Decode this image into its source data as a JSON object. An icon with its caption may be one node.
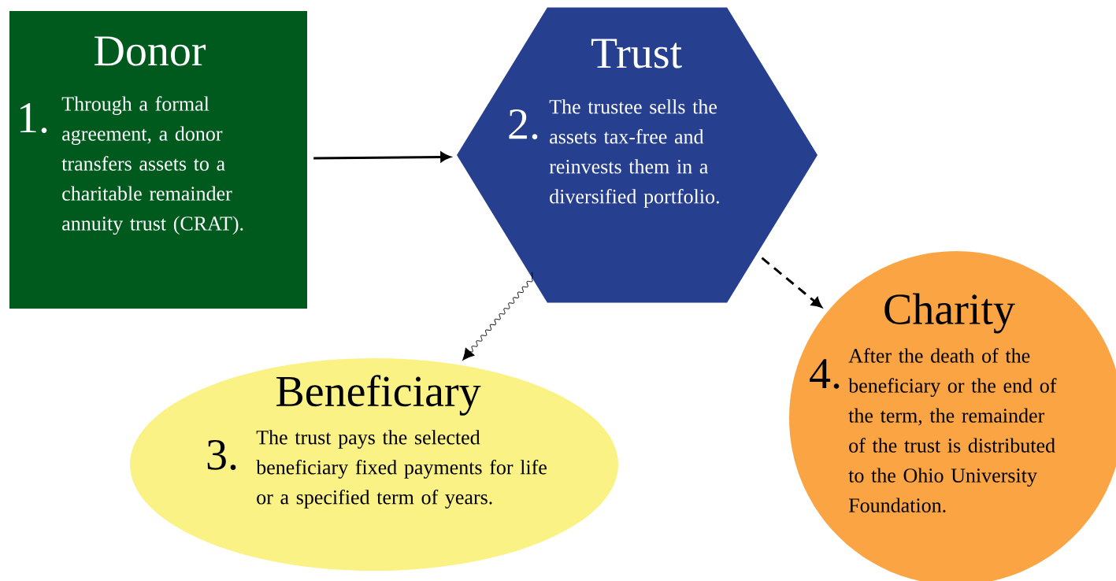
{
  "diagram": {
    "nodes": [
      {
        "text": [
          "Donor",
          "1.",
          "Through a formal agreement, a donor transfers assets to a charitable remainder annuity trust (CRAT)."
        ]
      },
      {
        "text": [
          "Trust",
          "2.",
          "The trustee sells the assets tax-free and reinvests them in a diversified portfolio."
        ]
      },
      {
        "text": [
          "Beneficiary",
          "3.",
          "The trust pays the selected beneficiary fixed payments for life or a specified term of years."
        ]
      },
      {
        "text": [
          "Charity",
          "4.",
          "After the death of the beneficiary or the end of the term, the remainder of the trust is distributed to the Ohio University Foundation."
        ]
      }
    ],
    "edges": [
      {
        "from": 0,
        "to": 1,
        "arrow": "to"
      },
      {
        "from": 1,
        "to": 2,
        "arrow": "to"
      },
      {
        "from": 1,
        "to": 3,
        "arrow": "to",
        "style": "dashed"
      }
    ]
  }
}
